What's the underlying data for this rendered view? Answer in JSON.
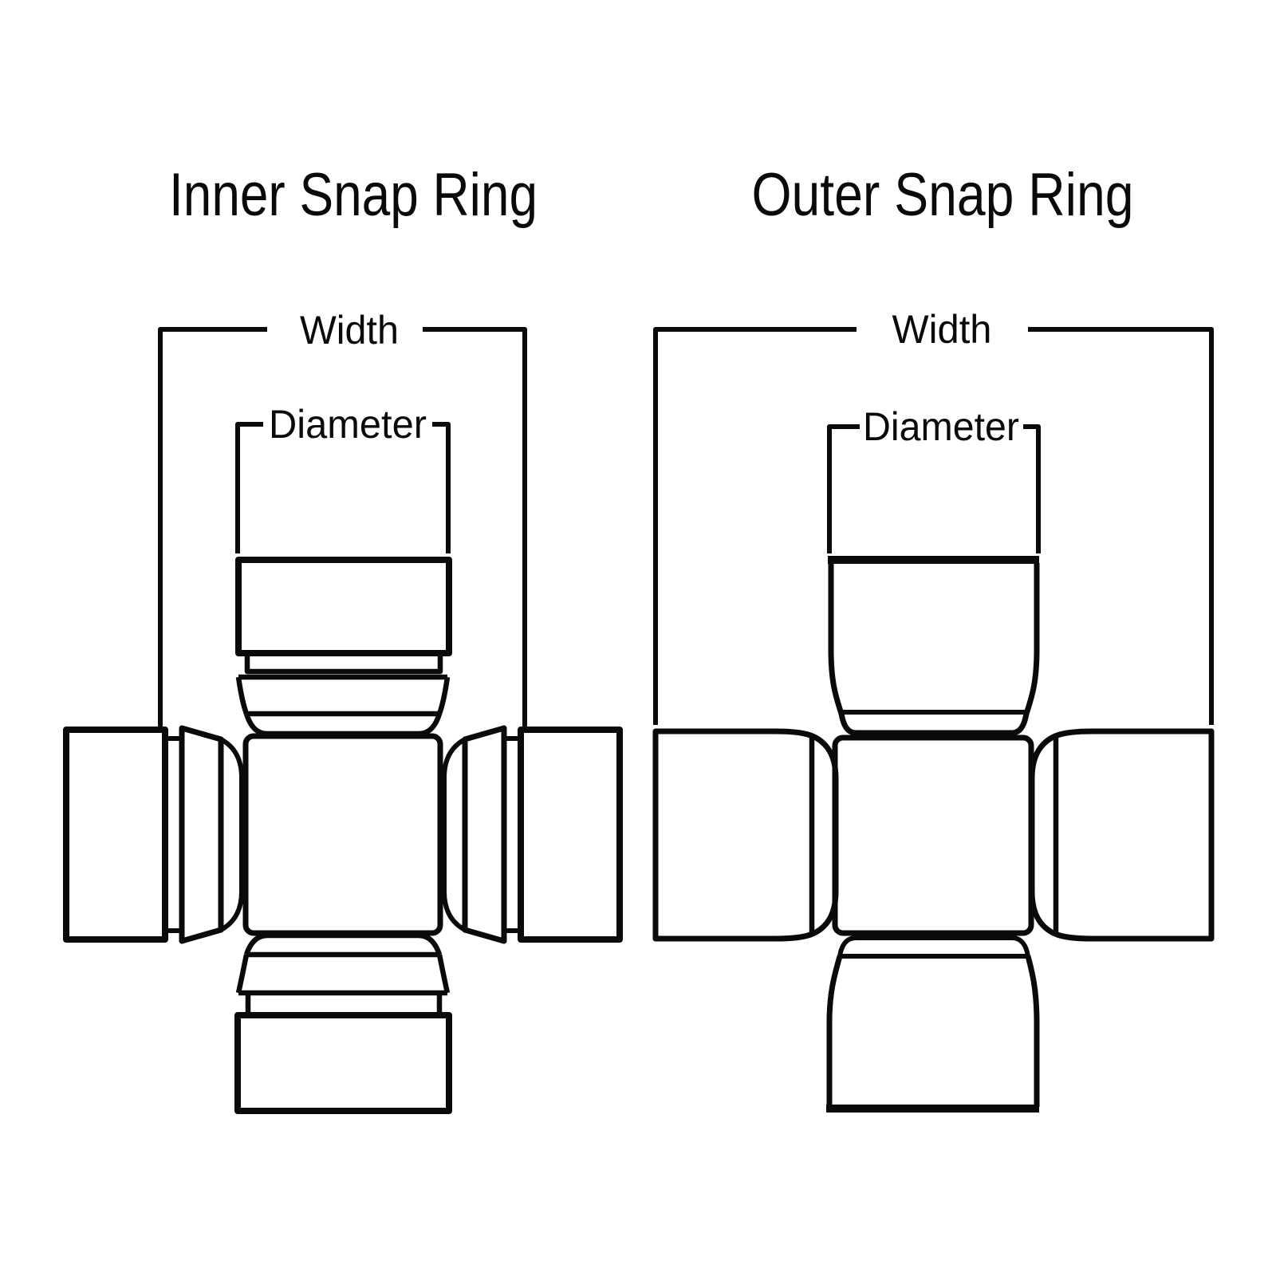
{
  "page": {
    "background": "#ffffff",
    "ink": "#0a0a0a",
    "description": "U-joint snap ring style comparison diagram"
  },
  "diagrams": {
    "inner": {
      "title": "Inner Snap Ring",
      "width_label": "Width",
      "diameter_label": "Diameter"
    },
    "outer": {
      "title": "Outer Snap Ring",
      "width_label": "Width",
      "diameter_label": "Diameter"
    }
  }
}
